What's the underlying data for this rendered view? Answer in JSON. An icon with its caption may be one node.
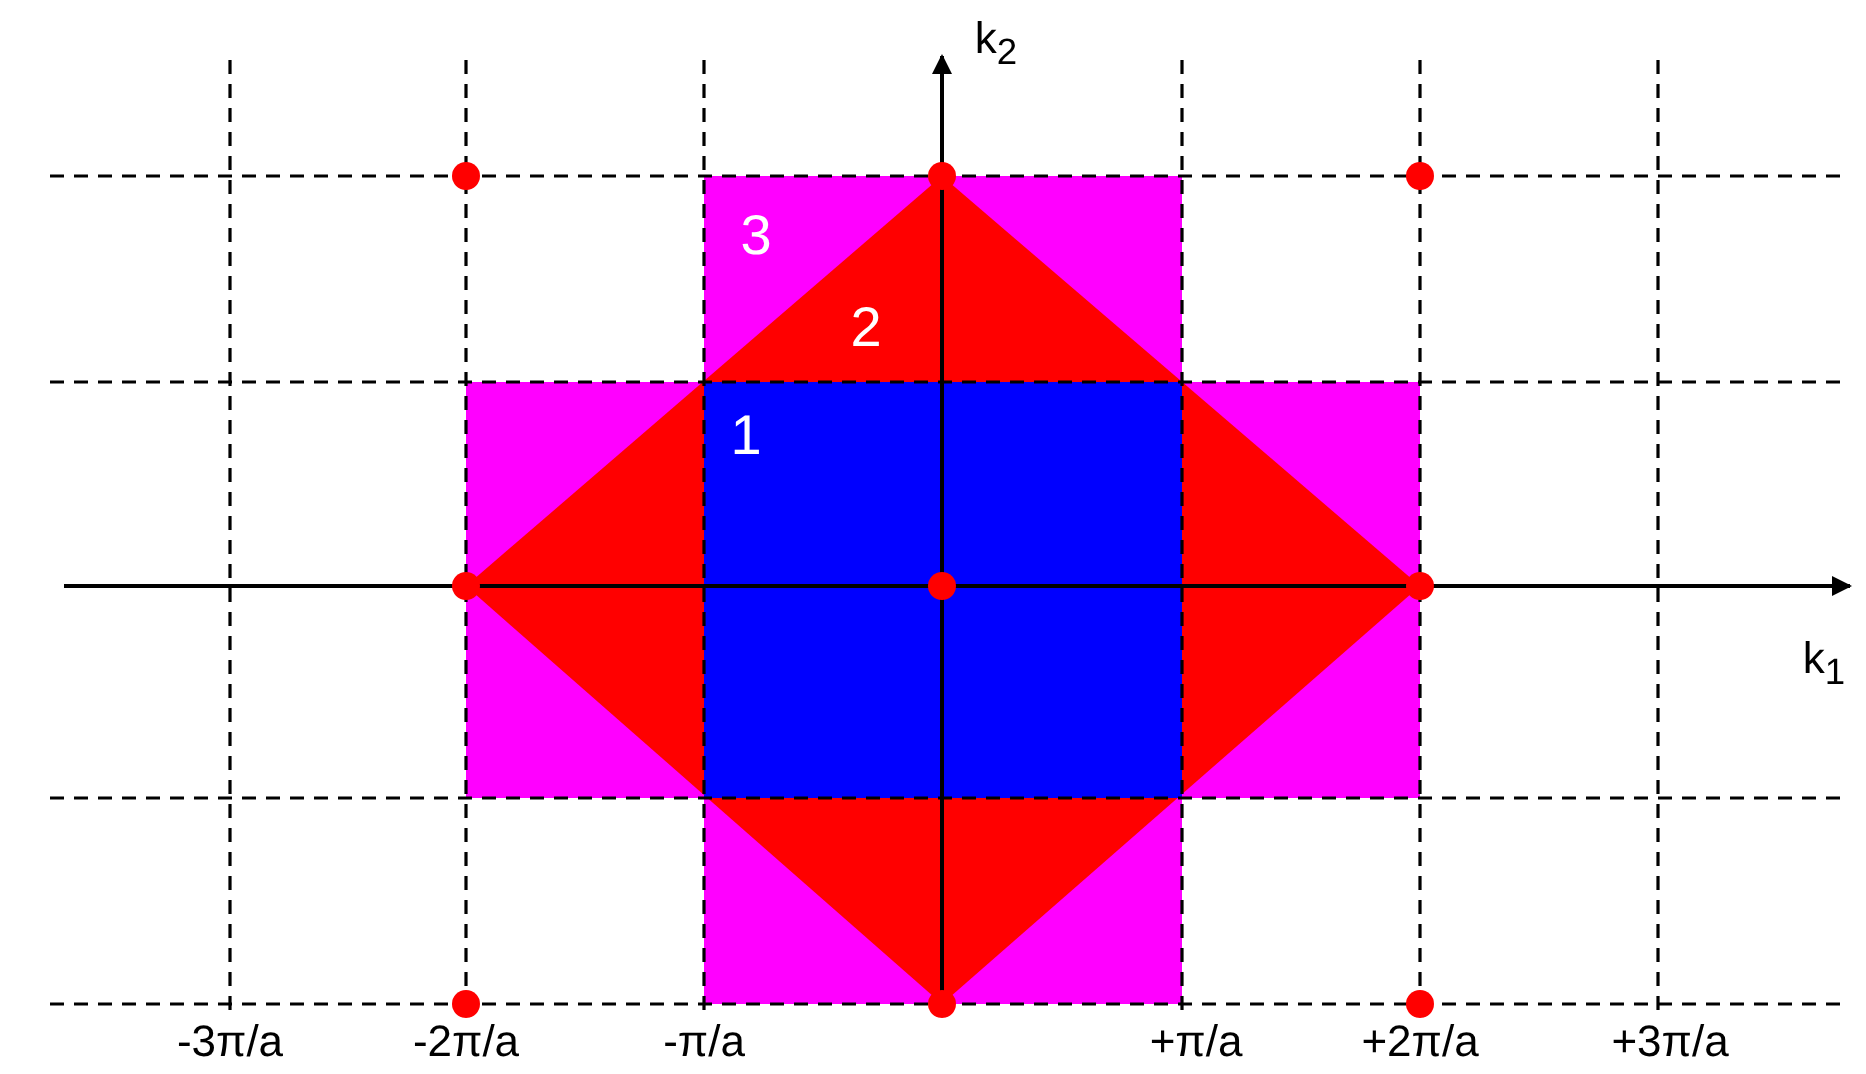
{
  "diagram": {
    "labels": [
      "k$_{2}$",
      "3",
      "2",
      "1",
      "k$_{1}$",
      "-3π/a",
      "-2π/a",
      "-π/a",
      "+π/a",
      "+2π/a",
      "+3π/a"
    ]
  }
}
